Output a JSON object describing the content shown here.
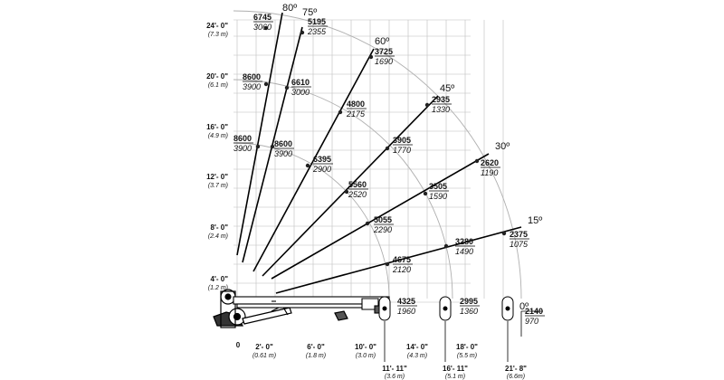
{
  "left_axis": [
    {
      "ft": "24'- 0\"",
      "m": "(7.3 m)"
    },
    {
      "ft": "20'- 0\"",
      "m": "(6.1 m)"
    },
    {
      "ft": "16'- 0\"",
      "m": "(4.9 m)"
    },
    {
      "ft": "12'- 0\"",
      "m": "(3.7 m)"
    },
    {
      "ft": "8'- 0\"",
      "m": "(2.4 m)"
    },
    {
      "ft": "4'- 0\"",
      "m": "(1.2 m)"
    }
  ],
  "bottom_axis": {
    "origin": "0",
    "upper": [
      {
        "ft": "2'- 0\"",
        "m": "(0.61 m)"
      },
      {
        "ft": "6'- 0\"",
        "m": "(1.8 m)"
      },
      {
        "ft": "10'- 0\"",
        "m": "(3.0 m)"
      },
      {
        "ft": "14'- 0\"",
        "m": "(4.3 m)"
      },
      {
        "ft": "18'- 0\"",
        "m": "(5.5 m)"
      }
    ],
    "lower": [
      {
        "ft": "11'- 11\"",
        "m": "(3.6 m)"
      },
      {
        "ft": "16'- 11\"",
        "m": "(5.1 m)"
      },
      {
        "ft": "21'- 8\"",
        "m": "(6.6m)"
      }
    ]
  },
  "angles": [
    "80º",
    "75º",
    "60º",
    "45º",
    "30º",
    "15º",
    "0º"
  ],
  "loads": {
    "a80": [
      {
        "lb": "6745",
        "kg": "3060"
      },
      {
        "lb": "8600",
        "kg": "3900"
      },
      {
        "lb": "8600",
        "kg": "3900"
      }
    ],
    "a75": [
      {
        "lb": "5195",
        "kg": "2355"
      },
      {
        "lb": "6610",
        "kg": "3000"
      },
      {
        "lb": "8600",
        "kg": "3900"
      }
    ],
    "a60": [
      {
        "lb": "3725",
        "kg": "1690"
      },
      {
        "lb": "4800",
        "kg": "2175"
      },
      {
        "lb": "6395",
        "kg": "2900"
      }
    ],
    "a45": [
      {
        "lb": "2935",
        "kg": "1330"
      },
      {
        "lb": "3905",
        "kg": "1770"
      },
      {
        "lb": "5560",
        "kg": "2520"
      }
    ],
    "a30": [
      {
        "lb": "2620",
        "kg": "1190"
      },
      {
        "lb": "3505",
        "kg": "1590"
      },
      {
        "lb": "5055",
        "kg": "2290"
      }
    ],
    "a15": [
      {
        "lb": "2375",
        "kg": "1075"
      },
      {
        "lb": "3280",
        "kg": "1490"
      },
      {
        "lb": "4675",
        "kg": "2120"
      }
    ],
    "a0": [
      {
        "lb": "2140",
        "kg": "970"
      },
      {
        "lb": "2995",
        "kg": "1360"
      },
      {
        "lb": "4325",
        "kg": "1960"
      }
    ]
  }
}
